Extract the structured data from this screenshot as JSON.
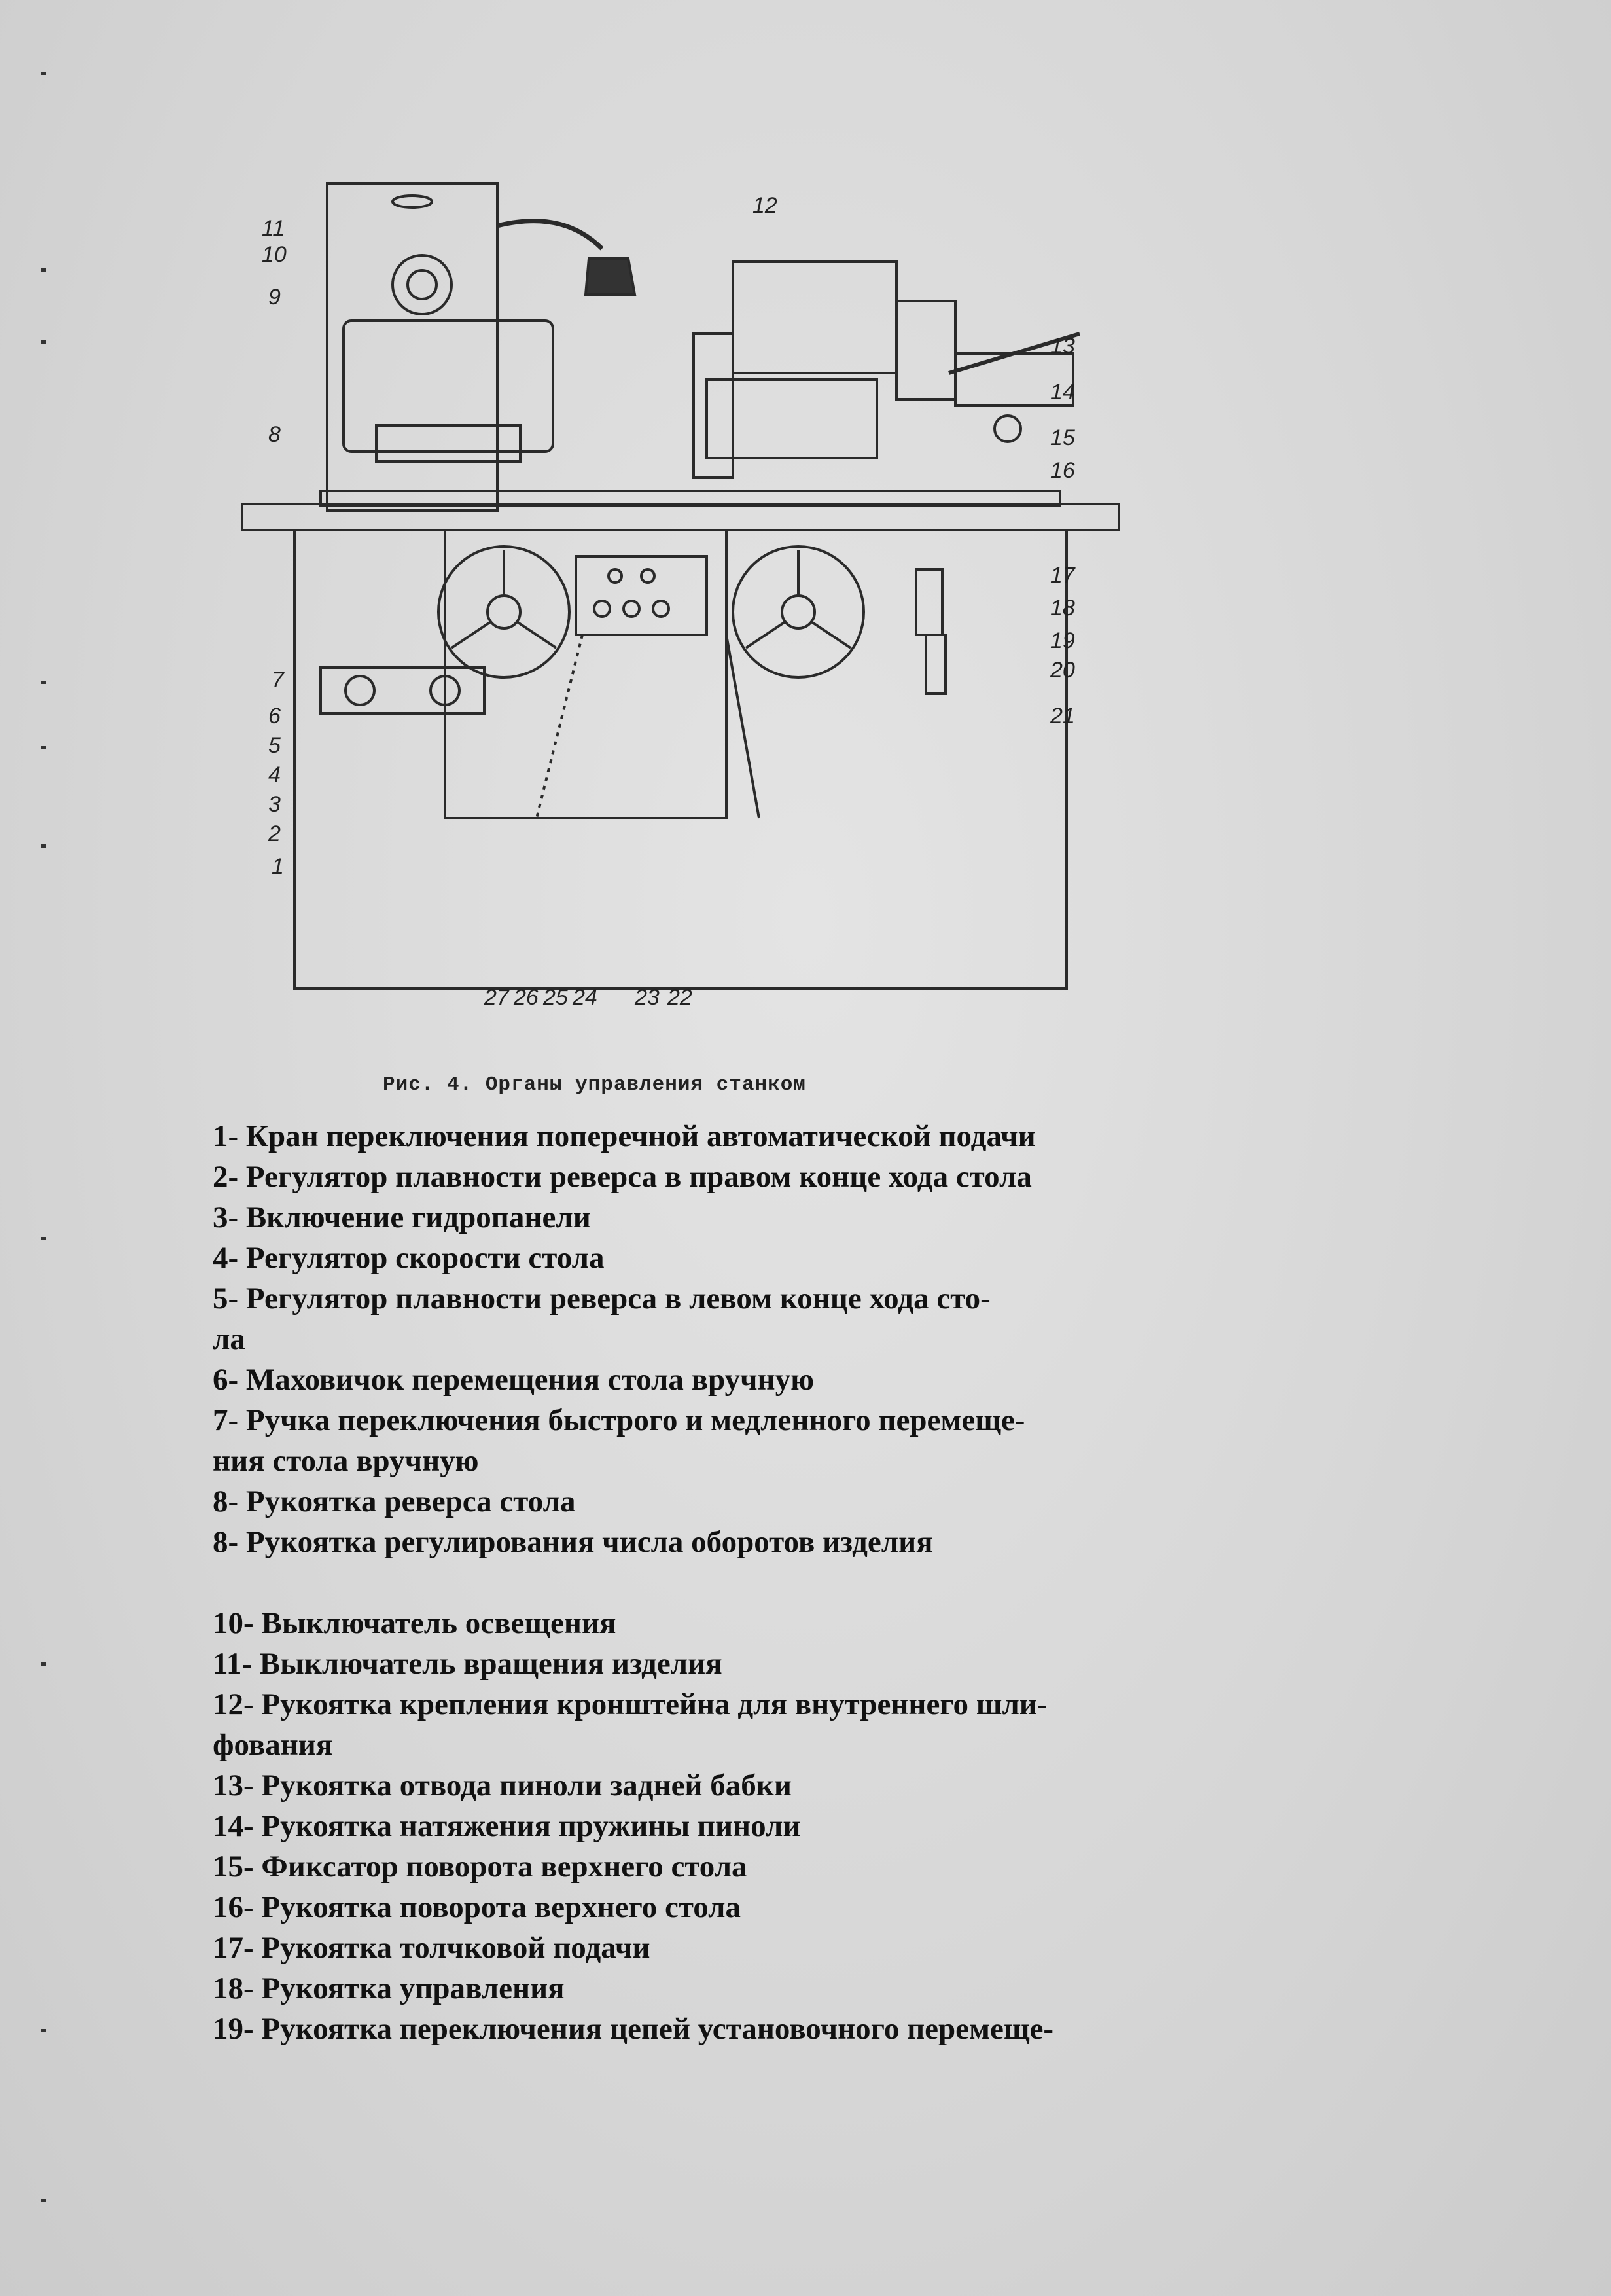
{
  "figure": {
    "caption": "Рис. 4. Органы управления станком",
    "callouts": {
      "left": [
        "11",
        "10",
        "9",
        "8",
        "7",
        "6",
        "5",
        "4",
        "3",
        "2",
        "1"
      ],
      "top": [
        "12"
      ],
      "right": [
        "13",
        "14",
        "15",
        "16",
        "17",
        "18",
        "19",
        "20",
        "21"
      ],
      "bottom": [
        "27",
        "26",
        "25",
        "24",
        "23",
        "22"
      ]
    }
  },
  "legend": [
    "1- Кран переключения поперечной автоматической подачи",
    "2- Регулятор плавности реверса в правом конце хода стола",
    "3- Включение гидропанели",
    "4- Регулятор скорости стола",
    "5- Регулятор плавности реверса в левом конце хода сто-",
    "ла",
    "6- Маховичок перемещения стола вручную",
    "7- Ручка переключения быстрого и медленного перемеще-",
    "ния стола вручную",
    "8- Рукоятка реверса стола",
    "8- Рукоятка регулирования числа оборотов изделия",
    "",
    "10- Выключатель освещения",
    "11- Выключатель вращения изделия",
    "12- Рукоятка крепления кронштейна для внутреннего шли-",
    "фования",
    "13- Рукоятка отвода пиноли задней бабки",
    "14- Рукоятка натяжения пружины пиноли",
    "15- Фиксатор поворота верхнего стола",
    "16- Рукоятка поворота верхнего стола",
    "17- Рукоятка толчковой подачи",
    "18- Рукоятка управления",
    "19- Рукоятка переключения цепей установочного перемеще-"
  ]
}
